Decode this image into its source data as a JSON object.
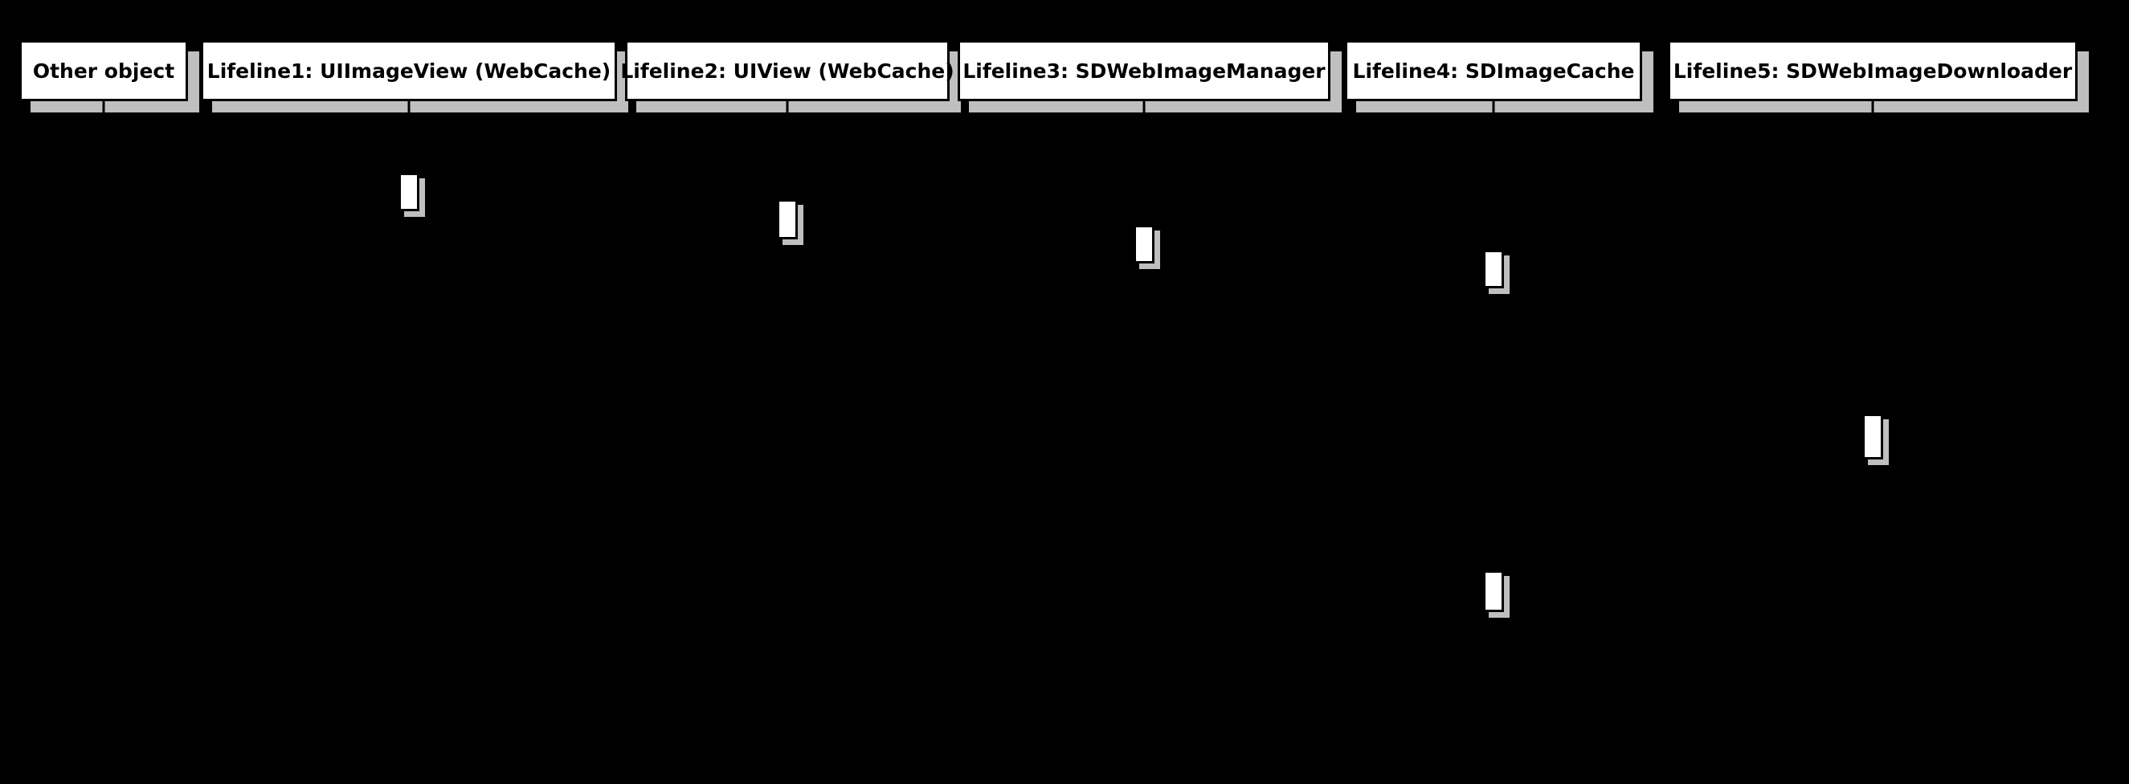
{
  "diagram": {
    "type": "uml-sequence",
    "lifelines": [
      {
        "label": "Other object"
      },
      {
        "label": "Lifeline1: UIImageView (WebCache)"
      },
      {
        "label": "Lifeline2: UIView (WebCache)"
      },
      {
        "label": "Lifeline3: SDWebImageManager"
      },
      {
        "label": "Lifeline4: SDImageCache"
      },
      {
        "label": "Lifeline5: SDWebImageDownloader"
      }
    ],
    "activations": [
      {
        "lifeline": "Lifeline1: UIImageView (WebCache)"
      },
      {
        "lifeline": "Lifeline2: UIView (WebCache)"
      },
      {
        "lifeline": "Lifeline3: SDWebImageManager"
      },
      {
        "lifeline": "Lifeline4: SDImageCache"
      },
      {
        "lifeline": "Lifeline5: SDWebImageDownloader"
      },
      {
        "lifeline": "Lifeline4: SDImageCache"
      }
    ],
    "colors": {
      "background": "#000000",
      "box_fill": "#ffffff",
      "box_border": "#000000",
      "shadow": "#bfbfbf",
      "label_text": "#000000"
    }
  }
}
